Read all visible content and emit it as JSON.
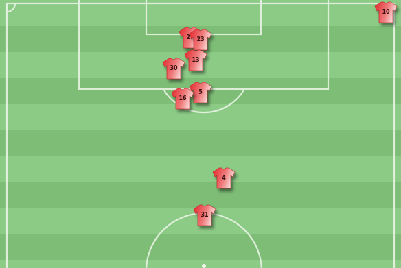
{
  "diagram": {
    "nodes": [
      {
        "text": [
          "10"
        ]
      },
      {
        "text": [
          "27"
        ]
      },
      {
        "text": [
          "23"
        ]
      },
      {
        "text": [
          "13"
        ]
      },
      {
        "text": [
          "30"
        ]
      },
      {
        "text": [
          "5"
        ]
      },
      {
        "text": [
          "16"
        ]
      },
      {
        "text": [
          "4"
        ]
      },
      {
        "text": [
          "31"
        ]
      }
    ]
  }
}
